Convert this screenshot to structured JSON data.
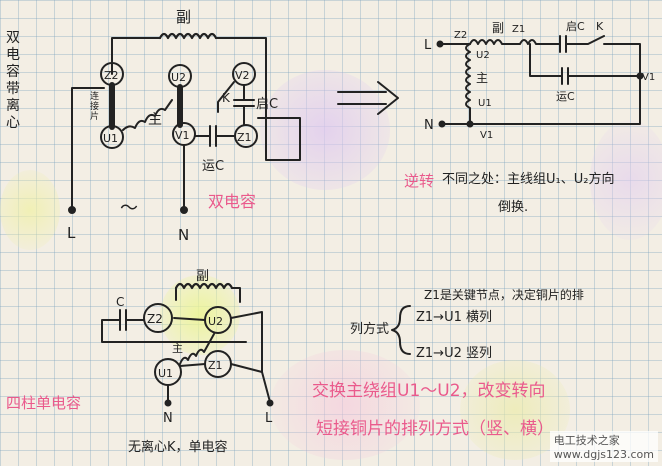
{
  "diagram": {
    "side_note": "双电容带离心",
    "double_capacitor_label": "双电容",
    "four_post_label": "四柱单电容",
    "no_centrifugal_label": "无离心K，单电容",
    "reverse_label": "逆转",
    "reverse_note_line1": "不同之处：主线组U₁、U₂方向",
    "reverse_note_line2": "倒换.",
    "z1_note": "Z1是关键节点，决定铜片的排",
    "arrangement_label": "列方式",
    "z1_u1": "Z1→U1  横列",
    "z1_u2": "Z1→U2  竖列",
    "swap_instruction": "交换主绕组U1～U2，改变转向",
    "copper_instruction": "短接铜片的排列方式（竖、横）",
    "terminals": {
      "z2": "Z2",
      "u2": "U2",
      "v2": "V2",
      "u1": "U1",
      "v1": "V1",
      "z1": "Z1",
      "L": "L",
      "N": "N",
      "tilde": "～"
    },
    "coil_labels": {
      "aux": "副",
      "main": "主"
    },
    "component_labels": {
      "start_cap": "启C",
      "run_cap": "运C",
      "switch_k": "K",
      "link": "连接片",
      "cap_c": "C"
    },
    "watermark": {
      "text": "电工技术之家",
      "url": "www.dgjs123.com"
    }
  }
}
